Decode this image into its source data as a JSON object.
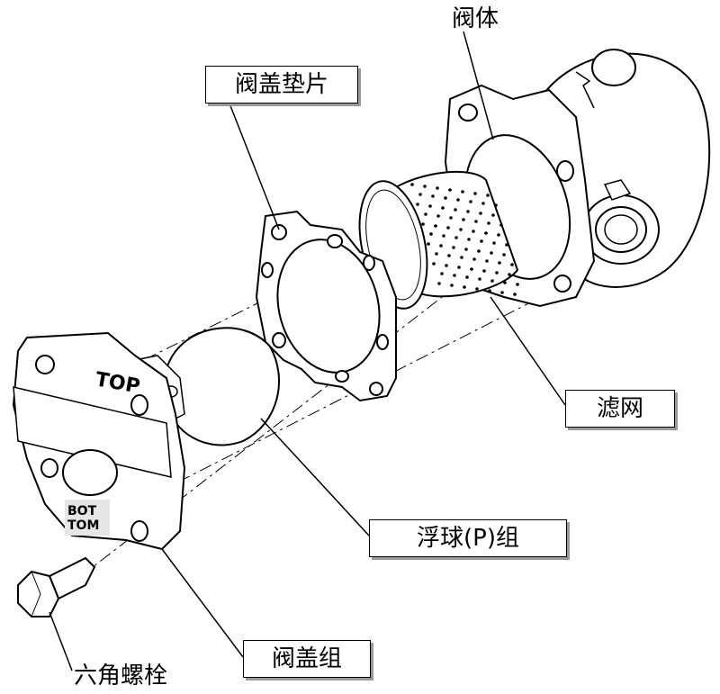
{
  "labels": {
    "body": "阀体",
    "cover_gasket": "阀盖垫片",
    "strainer": "滤网",
    "float_assembly": "浮球(P)组",
    "cover_assembly": "阀盖组",
    "hex_bolt": "六角螺栓"
  },
  "markings": {
    "top": "TOP",
    "bottom_line1": "BOT",
    "bottom_line2": "TOM"
  },
  "colors": {
    "line": "#000000",
    "fill": "#ffffff",
    "shade": "#9a9a9a"
  }
}
